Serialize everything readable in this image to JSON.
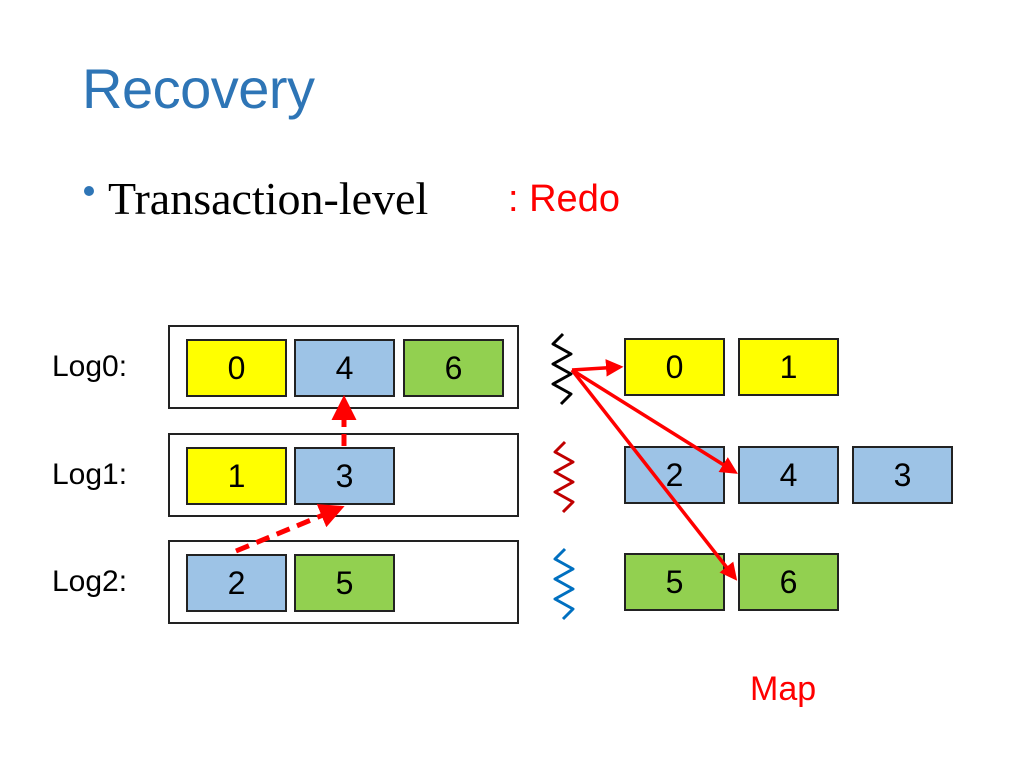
{
  "title": "Recovery",
  "bullet": {
    "text": "Transaction-level",
    "suffix": ": Redo"
  },
  "logs": [
    {
      "label": "Log0:",
      "entries": [
        "0",
        "4",
        "6"
      ]
    },
    {
      "label": "Log1:",
      "entries": [
        "1",
        "3"
      ]
    },
    {
      "label": "Log2:",
      "entries": [
        "2",
        "5"
      ]
    }
  ],
  "map": {
    "label": "Map",
    "rows": [
      [
        "0",
        "1"
      ],
      [
        "2",
        "4",
        "3"
      ],
      [
        "5",
        "6"
      ]
    ]
  },
  "colors": {
    "yellow": "#ffff00",
    "blue": "#9dc3e6",
    "green": "#92d050",
    "arrow": "#ff0000",
    "squiggle_log0": "#000000",
    "squiggle_log1": "#c00000",
    "squiggle_log2": "#0070c0"
  }
}
